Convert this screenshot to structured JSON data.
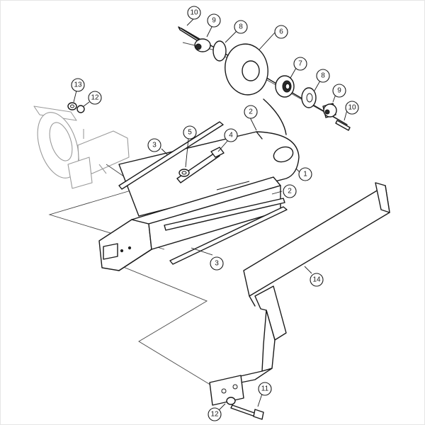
{
  "callouts": [
    {
      "id": "c10a",
      "label": "10"
    },
    {
      "id": "c9a",
      "label": "9"
    },
    {
      "id": "c8a",
      "label": "8"
    },
    {
      "id": "c6",
      "label": "6"
    },
    {
      "id": "c7",
      "label": "7"
    },
    {
      "id": "c8b",
      "label": "8"
    },
    {
      "id": "c9b",
      "label": "9"
    },
    {
      "id": "c10b",
      "label": "10"
    },
    {
      "id": "c13",
      "label": "13"
    },
    {
      "id": "c12a",
      "label": "12"
    },
    {
      "id": "c2a",
      "label": "2"
    },
    {
      "id": "c5",
      "label": "5"
    },
    {
      "id": "c4",
      "label": "4"
    },
    {
      "id": "c3a",
      "label": "3"
    },
    {
      "id": "c1",
      "label": "1"
    },
    {
      "id": "c2b",
      "label": "2"
    },
    {
      "id": "c3b",
      "label": "3"
    },
    {
      "id": "c14",
      "label": "14"
    },
    {
      "id": "c11",
      "label": "11"
    },
    {
      "id": "c12b",
      "label": "12"
    }
  ]
}
